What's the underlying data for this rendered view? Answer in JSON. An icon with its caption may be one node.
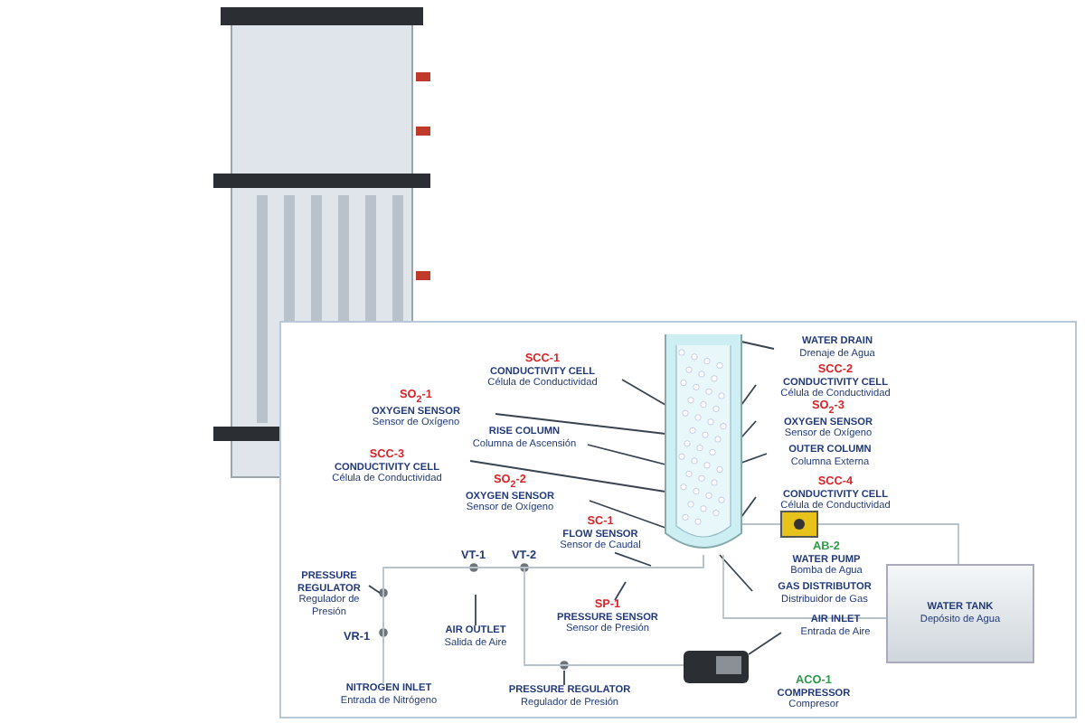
{
  "diagram": {
    "nodes": [
      {
        "text": [],
        "shape": "picture"
      },
      {
        "text": [],
        "shape": "picture"
      },
      {
        "text": [
          "SCC-1",
          "CONDUCTIVITY CELL",
          "Célula de Conductividad"
        ]
      },
      {
        "text": [
          "SO$_{2}$-1",
          "OXYGEN SENSOR",
          "Sensor de Oxígeno"
        ]
      },
      {
        "text": [
          "RISE COLUMN",
          "Columna de Ascensión"
        ]
      },
      {
        "text": [
          "SCC-3",
          "CONDUCTIVITY CELL",
          "Célula de Conductividad"
        ]
      },
      {
        "text": [
          "SO$_{2}$-2",
          "OXYGEN SENSOR",
          "Sensor de Oxígeno"
        ]
      },
      {
        "text": [
          "SC-1",
          "FLOW SENSOR",
          "Sensor de Caudal"
        ]
      },
      {
        "text": [
          "WATER DRAIN",
          "Drenaje de Agua"
        ]
      },
      {
        "text": [
          "SCC-2",
          "CONDUCTIVITY CELL",
          "Célula de Conductividad"
        ]
      },
      {
        "text": [
          "SO$_{2}$-3",
          "OXYGEN SENSOR",
          "Sensor de Oxígeno"
        ]
      },
      {
        "text": [
          "OUTER COLUMN",
          "Columna Externa"
        ]
      },
      {
        "text": [
          "SCC-4",
          "CONDUCTIVITY CELL",
          "Célula de Conductividad"
        ]
      },
      {
        "text": [
          "AB-2",
          "WATER PUMP",
          "Bomba de Agua"
        ]
      },
      {
        "text": [
          "GAS DISTRIBUTOR",
          "Distribuidor de Gas"
        ]
      },
      {
        "text": [
          "PRESSURE REGULATOR",
          "Regulador de Presión"
        ]
      },
      {
        "text": [
          "AIR OUTLET",
          "Salida de Aire"
        ]
      },
      {
        "text": [
          "SP-1",
          "PRESSURE SENSOR",
          "Sensor de Presión"
        ]
      },
      {
        "text": [
          "WATER TANK",
          "Depósito de Agua"
        ]
      },
      {
        "text": [
          "AIR INLET",
          "Entrada de Aire"
        ]
      },
      {
        "text": [
          "ACO-1",
          "COMPRESSOR",
          "Compresor"
        ]
      },
      {
        "text": [
          "NITROGEN INLET",
          "Entrada de Nitrógeno"
        ]
      },
      {
        "text": [
          "PRESSURE REGULATOR",
          "Regulador de Presión"
        ]
      },
      {
        "text": [],
        "shape": "picture"
      },
      {
        "text": [],
        "shape": "picture"
      }
    ],
    "edges": [
      {
        "from": 2,
        "to": 1,
        "arrow": "none"
      },
      {
        "from": 3,
        "to": 1,
        "arrow": "none"
      },
      {
        "from": 4,
        "to": 1,
        "arrow": "none"
      },
      {
        "from": 5,
        "to": 1,
        "arrow": "none"
      },
      {
        "from": 6,
        "to": 1,
        "arrow": "none"
      },
      {
        "from": 7,
        "to": null,
        "arrow": "none"
      },
      {
        "from": 8,
        "to": 1,
        "arrow": "none"
      },
      {
        "from": 9,
        "to": 1,
        "arrow": "none"
      },
      {
        "from": 10,
        "to": 1,
        "arrow": "none"
      },
      {
        "from": 11,
        "to": 1,
        "arrow": "none"
      },
      {
        "from": 12,
        "to": 1,
        "arrow": "none"
      },
      {
        "from": 14,
        "to": 1,
        "arrow": "none"
      },
      {
        "from": 15,
        "to": null,
        "arrow": "none"
      },
      {
        "from": 16,
        "to": null,
        "arrow": "none"
      },
      {
        "from": 17,
        "to": null,
        "arrow": "none"
      },
      {
        "from": 19,
        "to": 24,
        "arrow": "none"
      },
      {
        "from": 21,
        "to": 1,
        "arrow": "none",
        "color": "#b7c3cc"
      },
      {
        "from": 22,
        "to": null,
        "arrow": "none"
      },
      {
        "from": 23,
        "to": 1,
        "arrow": "none",
        "color": "#b7c3cc"
      },
      {
        "from": 23,
        "to": 18,
        "arrow": "none",
        "color": "#b7c3cc"
      },
      {
        "from": 1,
        "to": 18,
        "arrow": "none",
        "color": "#b7c3cc"
      },
      {
        "from": 24,
        "to": 1,
        "arrow": "none",
        "color": "#b7c3cc"
      }
    ],
    "labels": [
      "VT-1",
      "VT-2",
      "VR-1"
    ]
  }
}
